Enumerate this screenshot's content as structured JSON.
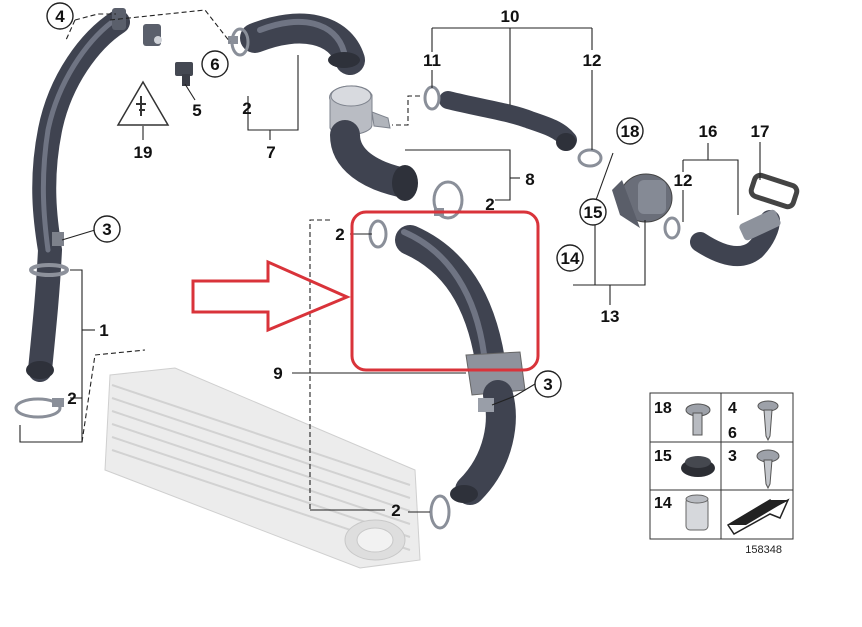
{
  "callouts": {
    "c1": "1",
    "c2a": "2",
    "c2b": "2",
    "c2c": "2",
    "c2d": "2",
    "c2e": "2",
    "c3a": "3",
    "c3b": "3",
    "c4": "4",
    "c5": "5",
    "c6": "6",
    "c7": "7",
    "c8": "8",
    "c9": "9",
    "c10": "10",
    "c11": "11",
    "c12a": "12",
    "c12b": "12",
    "c13": "13",
    "c14": "14",
    "c15": "15",
    "c16": "16",
    "c17": "17",
    "c18": "18",
    "c19": "19"
  },
  "kit": {
    "k18": "18",
    "k4": "4",
    "k6": "6",
    "k15": "15",
    "k3": "3",
    "k14": "14"
  },
  "diagram_ref": "158348",
  "colors": {
    "highlight": "#d9333a",
    "hose": "#3f4350",
    "intercooler": "#e3e3e3"
  }
}
